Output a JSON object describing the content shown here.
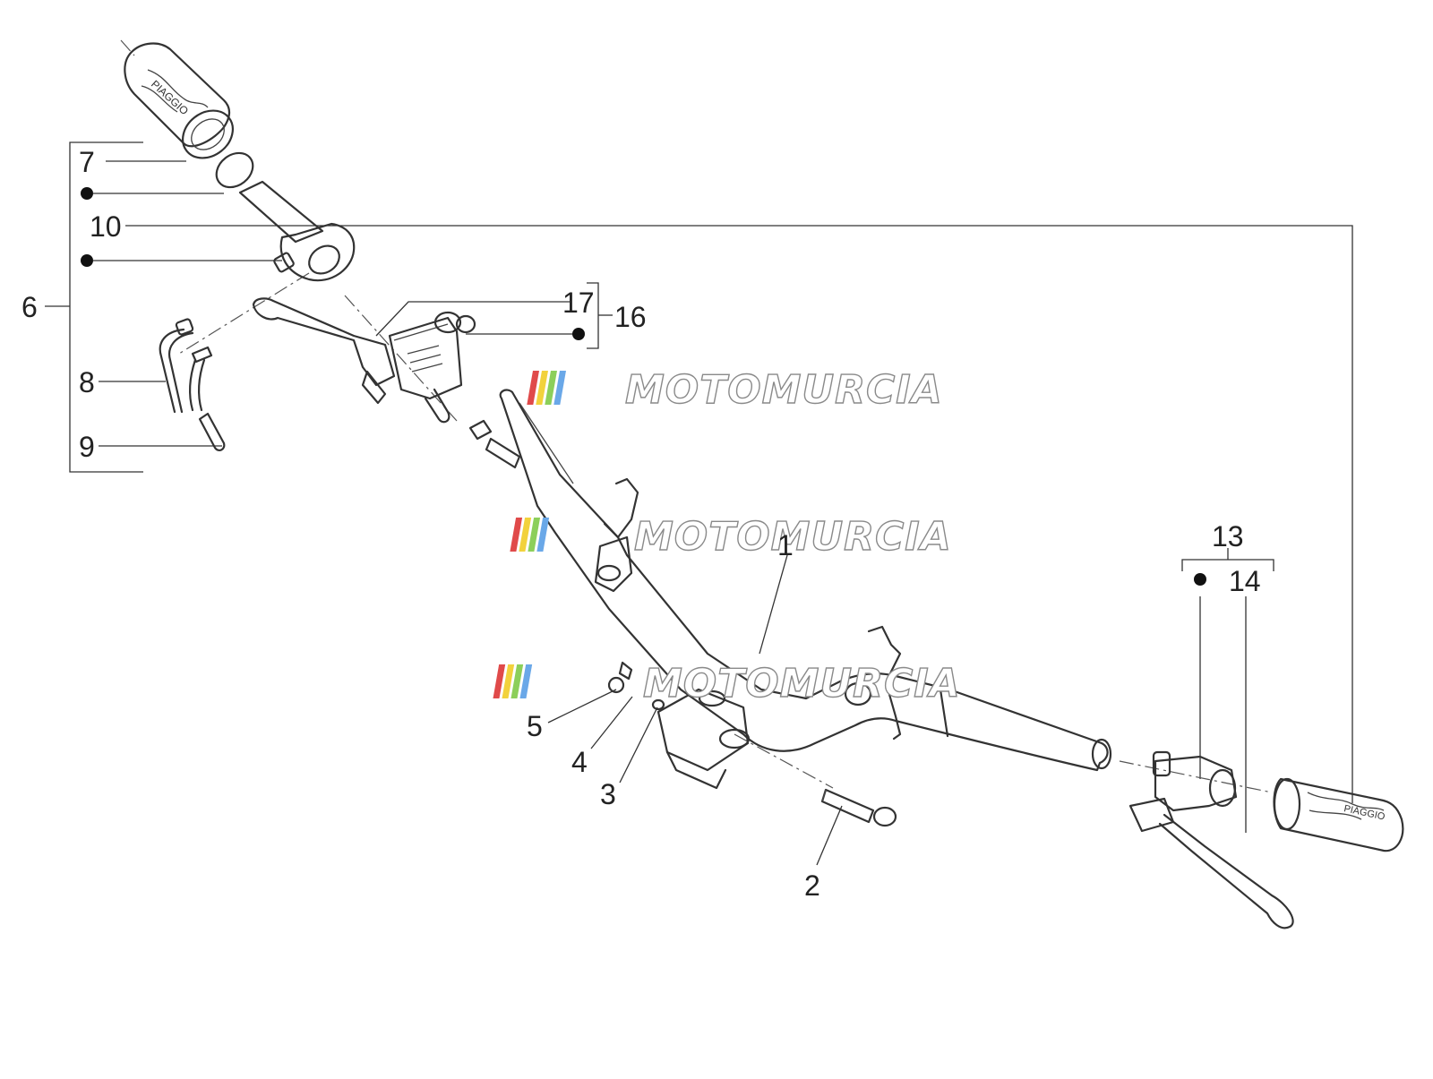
{
  "diagram": {
    "callouts": [
      "1",
      "2",
      "3",
      "4",
      "5",
      "6",
      "7",
      "8",
      "9",
      "10",
      "13",
      "14",
      "16",
      "17"
    ],
    "watermark": "MOTOMURCIA",
    "brand_on_grip": "PIAGGIO",
    "watermark_stripe_colors": [
      "#e04a4a",
      "#f2d23c",
      "#8ccf5a",
      "#6aa8e8"
    ]
  }
}
